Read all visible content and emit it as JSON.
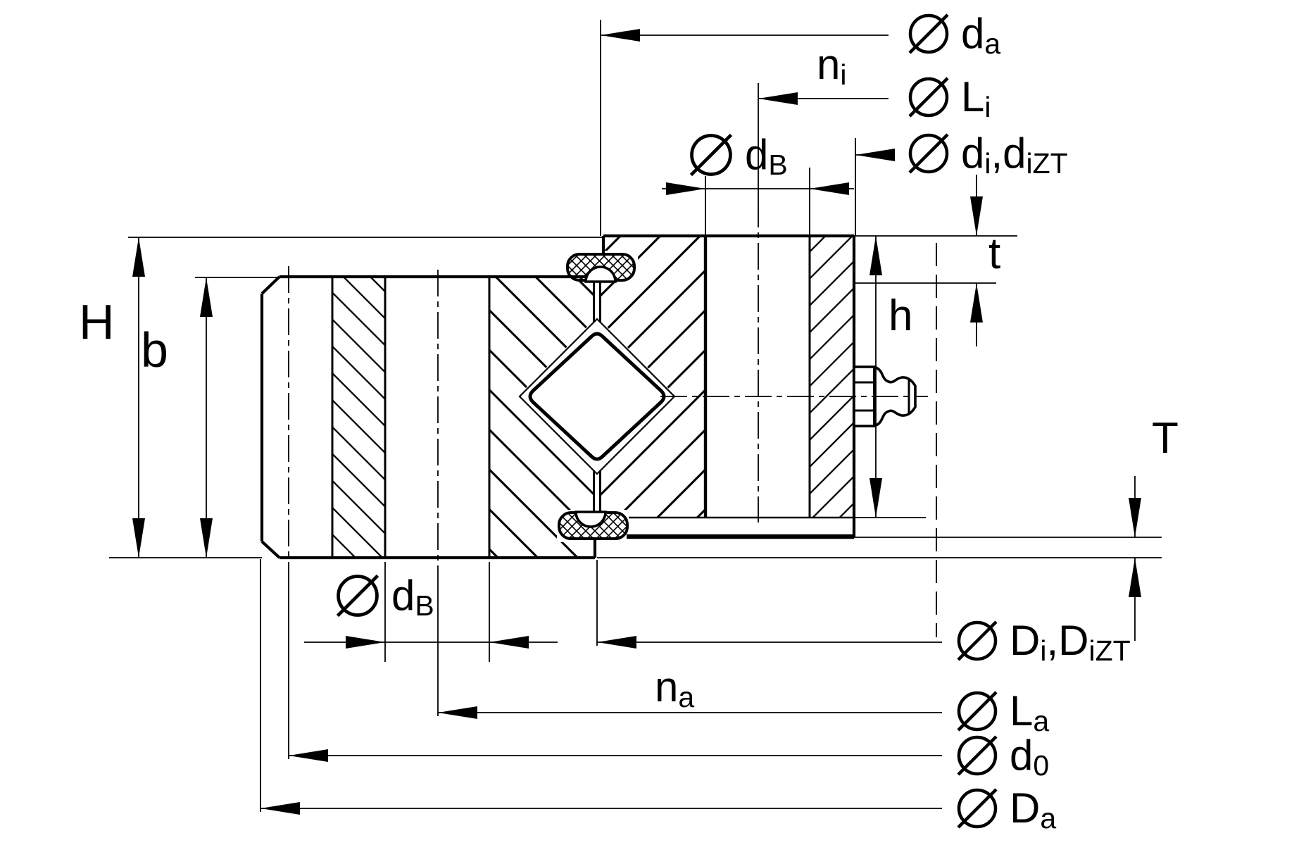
{
  "drawing": {
    "type": "engineering-cross-section",
    "subject": "crossed roller slewing bearing section with seals and grease nipple",
    "colors": {
      "line": "#000000",
      "background": "#ffffff"
    }
  },
  "labels": {
    "da_top": {
      "diameter_symbol": "outside diameter symbol",
      "main": "d",
      "sub": "a"
    },
    "ni": {
      "main": "n",
      "sub": "i"
    },
    "Li": {
      "diameter_symbol": "diameter symbol",
      "main": "L",
      "sub": "i"
    },
    "di_dizt": {
      "diameter_symbol": "diameter symbol",
      "main": "d",
      "sub": "i",
      "sep": ", ",
      "main2": "d",
      "sub2": "iZT"
    },
    "dB_upper": {
      "diameter_symbol": "diameter symbol",
      "main": "d",
      "sub": "B"
    },
    "t": {
      "text": "t"
    },
    "h": {
      "text": "h"
    },
    "H": {
      "text": "H"
    },
    "b": {
      "text": "b"
    },
    "T": {
      "text": "T"
    },
    "dB_lower": {
      "diameter_symbol": "diameter symbol",
      "main": "d",
      "sub": "B"
    },
    "na": {
      "main": "n",
      "sub": "a"
    },
    "Di_Dizt": {
      "diameter_symbol": "diameter symbol",
      "main": "D",
      "sub": "i",
      "sep": ", ",
      "main2": "D",
      "sub2": "iZT"
    },
    "La": {
      "diameter_symbol": "diameter symbol",
      "main": "L",
      "sub": "a"
    },
    "d0": {
      "diameter_symbol": "diameter symbol",
      "main": "d",
      "sub": "0"
    },
    "Da_bottom": {
      "diameter_symbol": "diameter symbol",
      "main": "D",
      "sub": "a"
    }
  }
}
